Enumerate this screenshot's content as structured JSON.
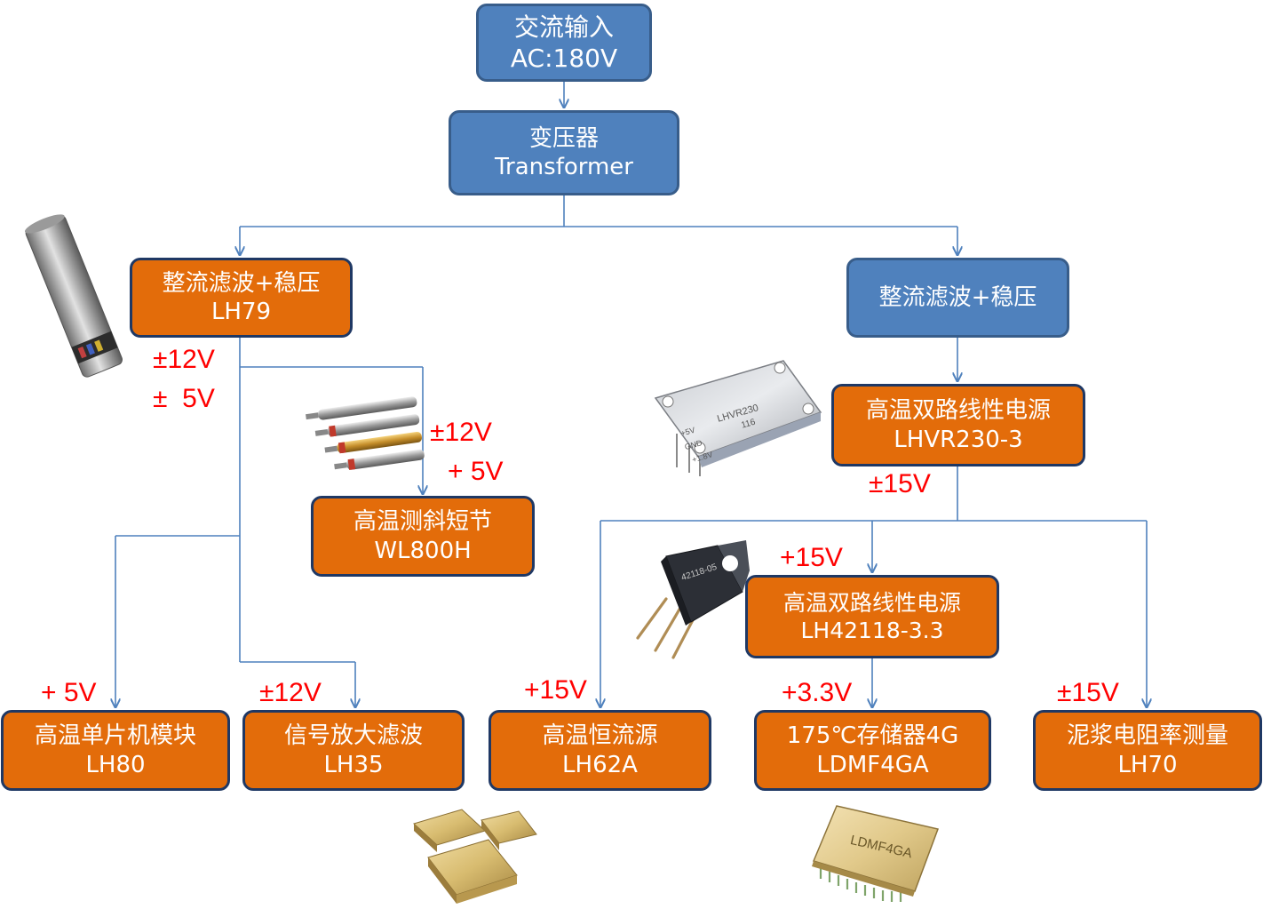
{
  "nodes": {
    "ac_input": {
      "line1": "交流输入",
      "line2": "AC:180V"
    },
    "transformer": {
      "line1": "变压器",
      "line2": "Transformer"
    },
    "rect_left": {
      "line1": "整流滤波+稳压",
      "line2": "LH79"
    },
    "rect_right": {
      "line1": "整流滤波+稳压"
    },
    "hvr230": {
      "line1": "高温双路线性电源",
      "line2": "LHVR230-3"
    },
    "incline": {
      "line1": "高温测斜短节",
      "line2": "WL800H"
    },
    "lh80": {
      "line1": "高温单片机模块",
      "line2": "LH80"
    },
    "lh35": {
      "line1": "信号放大滤波",
      "line2": "LH35"
    },
    "lh62a": {
      "line1": "高温恒流源",
      "line2": "LH62A"
    },
    "ldmf4ga": {
      "line1": "175℃存储器4G",
      "line2": "LDMF4GA"
    },
    "lh70": {
      "line1": "泥浆电阻率测量",
      "line2": "LH70"
    },
    "lh42118": {
      "line1": "高温双路线性电源",
      "line2": "LH42118-3.3"
    }
  },
  "voltages": {
    "lh79_pm12": "±12V",
    "lh79_pm5": "±  5V",
    "incline_pm12": "±12V",
    "incline_p5": "+ 5V",
    "hvr_pm15": "±15V",
    "lh42118_p15": "+15V",
    "lh80_p5": "+ 5V",
    "lh35_pm12": "±12V",
    "lh62a_p15": "+15V",
    "ldmf_p33": "+3.3V",
    "lh70_pm15": "±15V"
  },
  "photo_labels": {
    "hvr_module": [
      "+5V",
      "GND",
      "+1.8V",
      "LHVR230",
      "116"
    ],
    "to_package": [
      "42118-05"
    ],
    "ldmf_chip": [
      "LDMF4GA"
    ]
  },
  "colors": {
    "blue_fill": "#4f81bd",
    "blue_border": "#385d8a",
    "orange_fill": "#e36c0a",
    "orange_border": "#1f3864",
    "connector": "#4f81bd",
    "voltage_text": "#ff0000"
  }
}
